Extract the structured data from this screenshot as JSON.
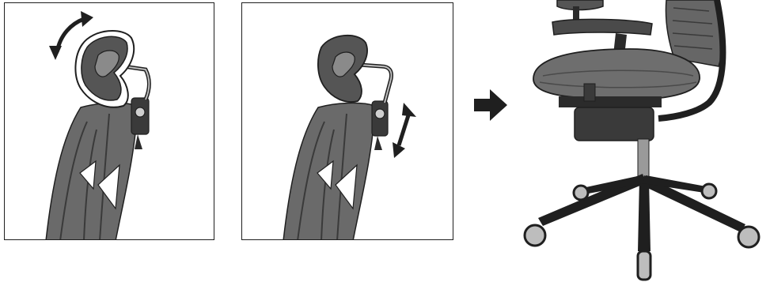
{
  "figure": {
    "panels": [
      {
        "id": "headrest-tilt",
        "action": "rotate",
        "arrow": "curved-double-arrow"
      },
      {
        "id": "headrest-height",
        "action": "slide",
        "arrow": "straight-double-arrow"
      }
    ],
    "transition_icon": "right-arrow-icon",
    "result_view": "assembled-office-chair",
    "colors": {
      "outline": "#1f1f1f",
      "mesh_dark": "#555555",
      "mesh_mid": "#7a7a7a",
      "mesh_light": "#9a9a9a",
      "frame": "#2b2b2b",
      "background": "#ffffff"
    }
  }
}
